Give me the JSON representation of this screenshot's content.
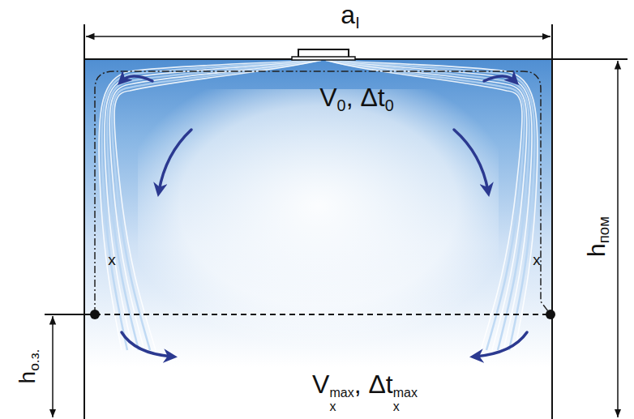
{
  "diagram": {
    "labels": [
      "a",
      "I",
      "V",
      "0",
      ", Δt",
      "0",
      "x",
      "x",
      "h",
      "пом",
      "h",
      "о.з.",
      "V",
      "max",
      "x",
      ", Δt",
      "max",
      "x"
    ]
  }
}
